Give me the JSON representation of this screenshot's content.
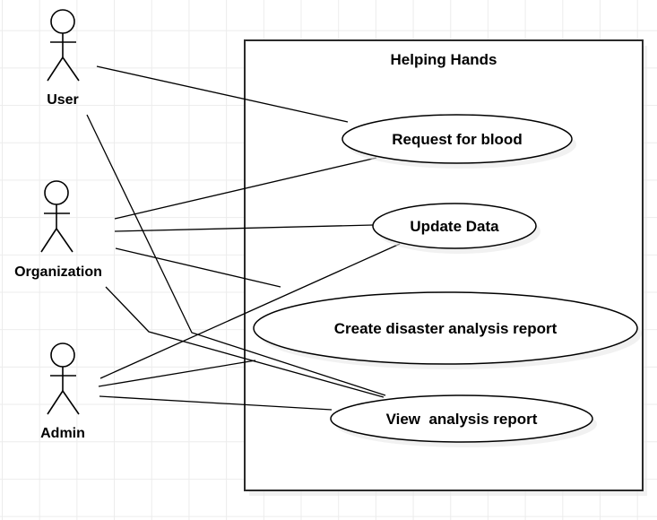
{
  "diagram": {
    "type": "uml-use-case",
    "system_boundary": {
      "title": "Helping Hands"
    },
    "actors": [
      {
        "id": "user",
        "label": "User"
      },
      {
        "id": "organization",
        "label": "Organization"
      },
      {
        "id": "admin",
        "label": "Admin"
      }
    ],
    "use_cases": [
      {
        "id": "request-for-blood",
        "label": "Request for blood"
      },
      {
        "id": "update-data",
        "label": "Update Data"
      },
      {
        "id": "create-disaster-analysis-report",
        "label": "Create disaster analysis report"
      },
      {
        "id": "view-analysis-report",
        "label": "View  analysis report"
      }
    ],
    "connections": [
      {
        "from": "user",
        "to": "request-for-blood"
      },
      {
        "from": "user",
        "to": "view-analysis-report"
      },
      {
        "from": "organization",
        "to": "request-for-blood"
      },
      {
        "from": "organization",
        "to": "update-data"
      },
      {
        "from": "organization",
        "to": "create-disaster-analysis-report"
      },
      {
        "from": "organization",
        "to": "view-analysis-report"
      },
      {
        "from": "admin",
        "to": "update-data"
      },
      {
        "from": "admin",
        "to": "create-disaster-analysis-report"
      },
      {
        "from": "admin",
        "to": "view-analysis-report"
      }
    ]
  },
  "colors": {
    "line": "#000000",
    "shape_fill": "#ffffff",
    "shadow": "#e8e8e8",
    "grid": "#ececec",
    "background": "#ffffff"
  }
}
